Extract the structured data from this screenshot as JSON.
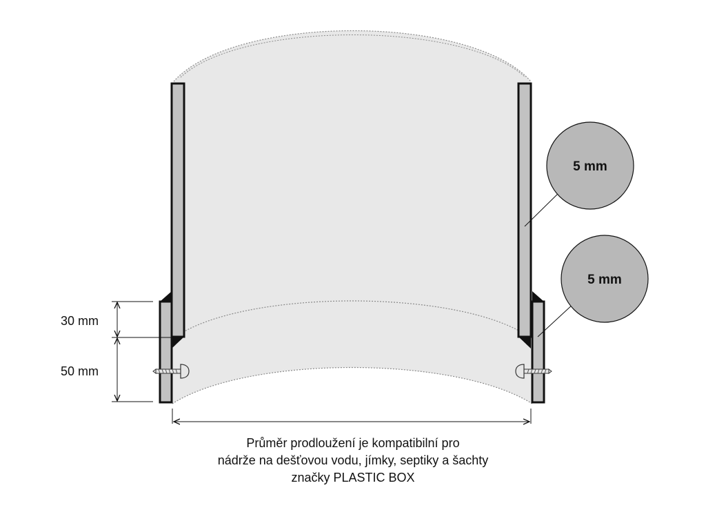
{
  "dimensions": {
    "extension_height": "30 mm",
    "overlap_height": "50 mm"
  },
  "callouts": {
    "upper_wall_thickness": "5 mm",
    "lower_wall_thickness": "5 mm"
  },
  "caption": {
    "line1": "Průměr prodloužení je kompatibilní pro",
    "line2": "nádrže na dešťovou vodu, jímky, septiky a šachty",
    "line3": "značky PLASTIC BOX"
  },
  "colors": {
    "cylinder_fill": "#e8e8e8",
    "wall_fill": "#c2c2c2",
    "callout_fill": "#b8b8b8",
    "outline": "#111111"
  },
  "icons": {
    "screw_left": "screw-icon",
    "screw_right": "screw-icon"
  }
}
